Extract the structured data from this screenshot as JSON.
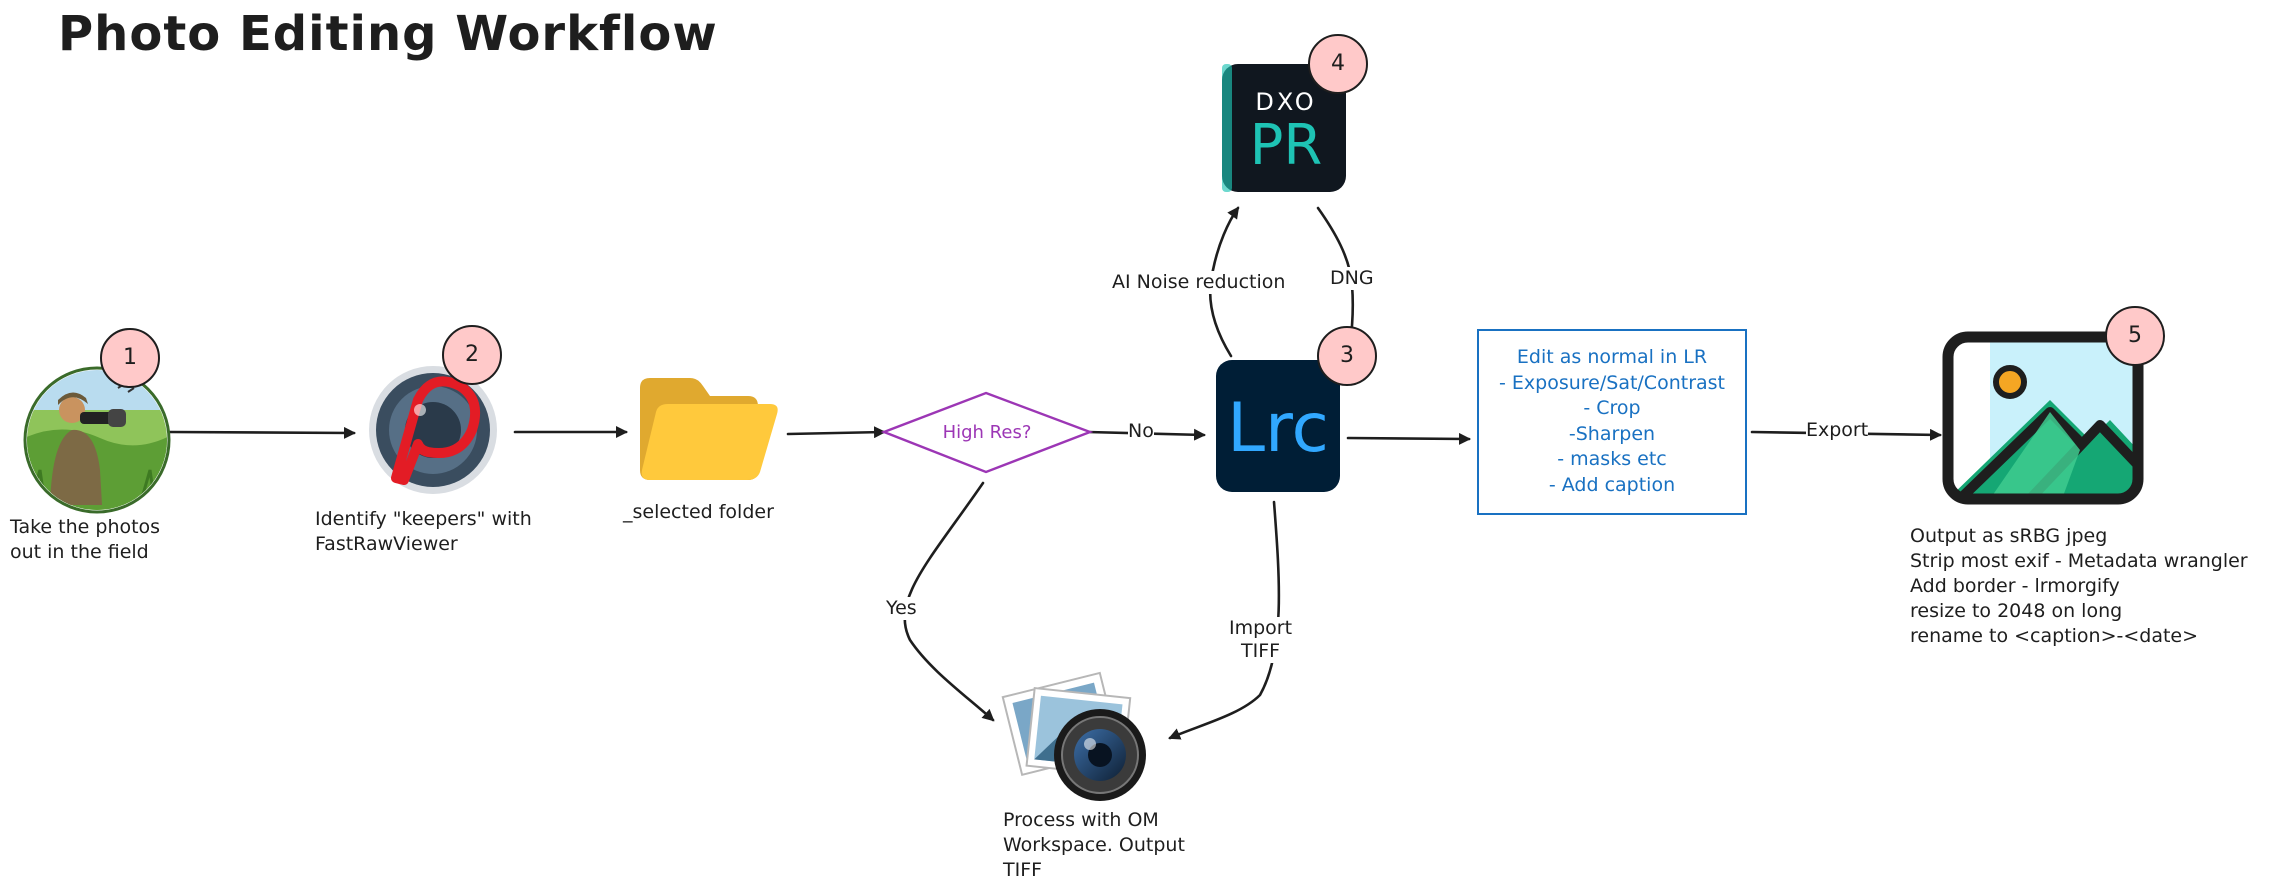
{
  "title": "Photo Editing Workflow",
  "steps": {
    "field": {
      "badge": "1",
      "caption": [
        "Take the photos",
        "out in the field"
      ]
    },
    "fastraw": {
      "badge": "2",
      "caption": [
        "Identify \"keepers\" with",
        "FastRawViewer"
      ]
    },
    "folder": {
      "caption": [
        "_selected folder"
      ]
    },
    "decision": {
      "label": "High Res?",
      "yes_label": "Yes",
      "no_label": "No"
    },
    "lrc": {
      "badge": "3",
      "logo_text": "Lrc"
    },
    "dxo": {
      "badge": "4",
      "logo_top": "DXO",
      "logo_main": "PR"
    },
    "om": {
      "caption": [
        "Process with OM",
        "Workspace. Output",
        "TIFF"
      ]
    },
    "output": {
      "badge": "5",
      "caption": [
        "Output as sRBG jpeg",
        "Strip most exif - Metadata wrangler",
        "Add border - lrmorgify",
        "resize to 2048 on long",
        "rename to <caption>-<date>"
      ]
    }
  },
  "edges": {
    "ai_noise": "AI Noise reduction",
    "dng": "DNG",
    "import_tiff": [
      "Import",
      "TIFF"
    ],
    "export": "Export"
  },
  "edit_box": {
    "lines": [
      "Edit as normal in LR",
      "- Exposure/Sat/Contrast",
      "- Crop",
      "-Sharpen",
      "- masks etc",
      "- Add caption"
    ]
  },
  "colors": {
    "stroke": "#1e1e1e",
    "badge_fill": "#ffc9c9",
    "decision_stroke": "#9c36b5",
    "edit_box_stroke": "#1971c2",
    "lrc_bg": "#001e36",
    "lrc_text": "#31a8ff",
    "dxo_bg": "#10171f",
    "dxo_text": "#1ec3b4",
    "folder_front": "#ffc93c",
    "folder_back": "#e0a92f",
    "output_sky": "#c9f1fb",
    "output_hill": "#15a774",
    "output_sun": "#f5a623"
  }
}
